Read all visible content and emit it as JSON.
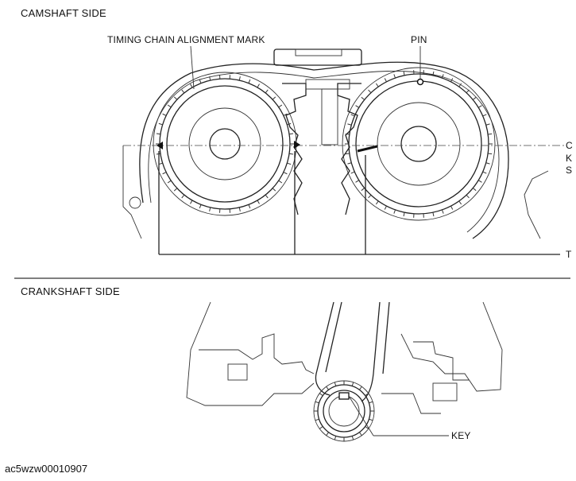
{
  "camshaft": {
    "section_title": "CAMSHAFT SIDE",
    "timing_mark_label": "TIMING CHAIN ALIGNMENT MARK",
    "pin_label": "PIN",
    "right_edge_labels": [
      "C",
      "K",
      "S",
      "T"
    ]
  },
  "crankshaft": {
    "section_title": "CRANKSHAFT SIDE",
    "key_label": "KEY"
  },
  "figure_code": "ac5wzw00010907"
}
